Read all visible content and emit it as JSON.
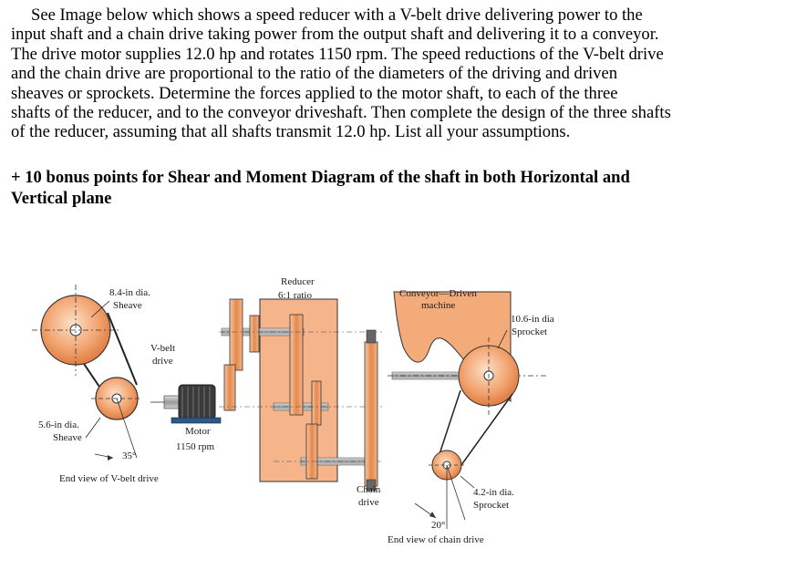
{
  "problem": {
    "lines": [
      "See Image below which shows a speed reducer with a V-belt drive delivering power to the",
      "input shaft and a chain drive taking power from the output shaft and delivering it to a conveyor.",
      "The drive motor supplies 12.0 hp and rotates 1150 rpm. The speed reductions of the V-belt drive",
      "and the chain drive are proportional to the ratio of the diameters of the driving and driven",
      "sheaves or sprockets. Determine the forces applied to the motor shaft, to each of the three",
      "shafts of the reducer, and to the conveyor driveshaft. Then complete the design of the three shafts",
      "of the reducer, assuming that all shafts transmit 12.0 hp. List all your assumptions."
    ]
  },
  "bonus": {
    "lines": [
      "+ 10 bonus points for Shear and Moment Diagram of the shaft in both Horizontal and",
      "Vertical plane"
    ]
  },
  "figure": {
    "sheave_large": [
      "8.4-in dia.",
      "Sheave"
    ],
    "vbelt": [
      "V-belt",
      "drive"
    ],
    "sheave_small": [
      "5.6-in dia.",
      "Sheave"
    ],
    "motor": [
      "Motor",
      "1150 rpm"
    ],
    "angle_vbelt": "35°",
    "vbelt_caption": "End view of V-belt drive",
    "reducer": [
      "Reducer",
      "6:1 ratio"
    ],
    "conveyor": [
      "Conveyor—Driven",
      "machine"
    ],
    "sprocket_large": [
      "10.6-in dia",
      "Sprocket"
    ],
    "chain": [
      "Chain",
      "drive"
    ],
    "sprocket_small": [
      "4.2-in dia.",
      "Sprocket"
    ],
    "angle_chain": "20°",
    "chain_caption": "End view of chain drive",
    "colors": {
      "orange": "#f2a26d",
      "orange_dark": "#d9743a",
      "peach": "#f6c7a3",
      "outline": "#333333"
    }
  }
}
